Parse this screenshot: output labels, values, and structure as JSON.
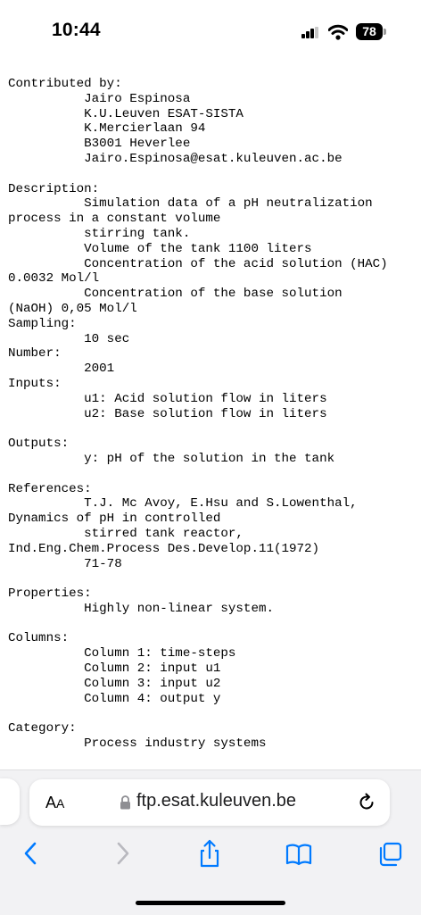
{
  "status_bar": {
    "time": "10:44",
    "battery": "78"
  },
  "document": {
    "text": "Contributed by:\n          Jairo Espinosa\n          K.U.Leuven ESAT-SISTA\n          K.Mercierlaan 94\n          B3001 Heverlee\n          Jairo.Espinosa@esat.kuleuven.ac.be\n\nDescription:\n          Simulation data of a pH neutralization\nprocess in a constant volume\n          stirring tank.\n          Volume of the tank 1100 liters\n          Concentration of the acid solution (HAC)\n0.0032 Mol/l\n          Concentration of the base solution\n(NaOH) 0,05 Mol/l\nSampling:\n          10 sec\nNumber:\n          2001\nInputs:\n          u1: Acid solution flow in liters\n          u2: Base solution flow in liters\n\nOutputs:\n          y: pH of the solution in the tank\n\nReferences:\n          T.J. Mc Avoy, E.Hsu and S.Lowenthal,\nDynamics of pH in controlled\n          stirred tank reactor,\nInd.Eng.Chem.Process Des.Develop.11(1972)\n          71-78\n\nProperties:\n          Highly non-linear system.\n\nColumns:\n          Column 1: time-steps\n          Column 2: input u1\n          Column 3: input u2\n          Column 4: output y\n\nCategory:\n          Process industry systems"
  },
  "browser": {
    "aa_label_big": "A",
    "aa_label_small": "A",
    "url": "ftp.esat.kuleuven.be",
    "accent_color": "#007aff",
    "icons": [
      "lock-icon",
      "reload-icon",
      "back-icon",
      "forward-icon",
      "share-icon",
      "bookmarks-icon",
      "tabs-icon"
    ]
  }
}
